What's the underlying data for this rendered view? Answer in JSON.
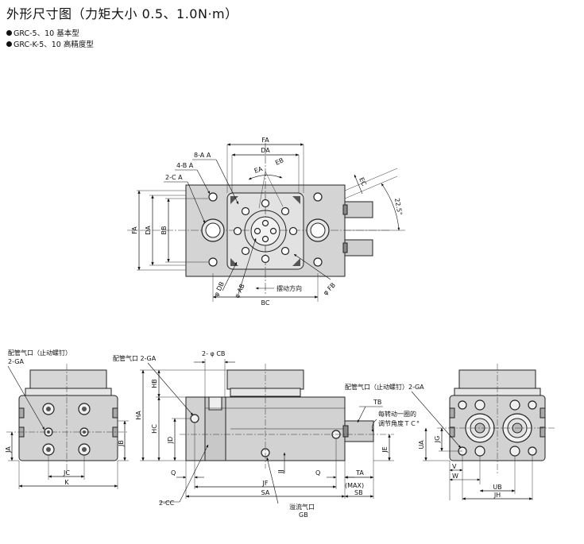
{
  "title": "外形尺寸图（力矩大小 0.5、1.0N·m）",
  "models": [
    "GRC-5、10 基本型",
    "GRC-K-5、10 高精度型"
  ],
  "top_view": {
    "FA_h": "FA",
    "DA_h": "DA",
    "EA": "EA",
    "EB": "EB",
    "AA": "8-A A",
    "BA": "4-B A",
    "CA": "2-C A",
    "EC": "EC",
    "angle": "22.5°",
    "FA_v": "FA",
    "DA_v": "DA",
    "BB": "BB",
    "DB": "φ DB",
    "AB": "φ AB",
    "FB": "φ FB",
    "BC": "BC",
    "rotation": "摆动方向"
  },
  "left_view": {
    "port": "配管气口（止动螺钉）",
    "port_code": "2-GA",
    "JA": "JA",
    "JB": "JB",
    "JC": "JC",
    "K": "K"
  },
  "front_view": {
    "port": "配管气口 2-GA",
    "CB": "2- φ CB",
    "HB": "HB",
    "HA": "HA",
    "HC": "HC",
    "JD": "JD",
    "JJ": "JJ",
    "JE": "JE",
    "Q_left": "Q",
    "Q_right": "Q",
    "JF": "JF",
    "SA": "SA",
    "TA": "TA",
    "MAX": "(MAX)",
    "SB": "SB",
    "CC": "2-CC",
    "drain": "溢流气口",
    "GB": "GB",
    "TB": "TB",
    "note1": "每转动一圈的",
    "note2": "调节角度ＴＣ°"
  },
  "right_view": {
    "port": "配管气口（止动螺钉）2-GA",
    "UA": "UA",
    "JG": "JG",
    "V": "V",
    "W": "W",
    "UB": "UB",
    "JH": "JH"
  }
}
